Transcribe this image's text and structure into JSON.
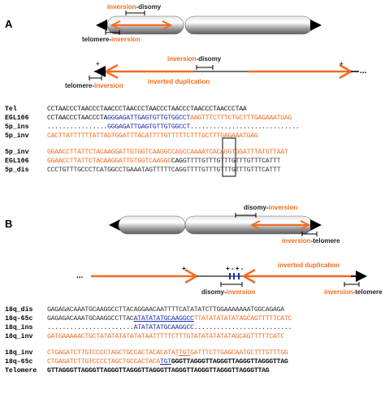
{
  "panelA": {
    "label": "A",
    "chrom_labels": {
      "inv_disomy_left": "inversion",
      "inv_disomy_right": "-disomy",
      "tel_inv_left": "telomere-",
      "tel_inv_right": "inversion"
    },
    "dup_labels": {
      "inv_disomy_left": "inversion",
      "inv_disomy_right": "-disomy",
      "tel_inv_left": "telomere-",
      "tel_inv_right": "inversion",
      "inverted_duplication": "inverted duplication",
      "plus1": "+",
      "plus2": "+",
      "dots": "..."
    },
    "seqs": [
      {
        "name": "Tel",
        "parts": [
          {
            "t": "CCTAACCCTAACCCTAACCCTAACCCTAACCCTAACCCTAACCCTAACCCTAA",
            "c": "black"
          }
        ]
      },
      {
        "name": "EGL106",
        "parts": [
          {
            "t": "CCTAACCCTAACCCTA",
            "c": "black"
          },
          {
            "t": "GGGAGATTGAGTGTTGTGGCCT",
            "c": "blue"
          },
          {
            "t": "AAGTTTCTTTCTGCTTTGAGAAATGAG",
            "c": "orange"
          }
        ]
      },
      {
        "name": "5p_ins",
        "parts": [
          {
            "t": "................",
            "c": "black"
          },
          {
            "t": "GGGAGATTGAGTGTTGTGGCCT",
            "c": "blue"
          },
          {
            "t": ".............................",
            "c": "black"
          }
        ]
      },
      {
        "name": "5p_inv",
        "parts": [
          {
            "t": "CACTTATTTTTTATTAGTGGATTTACATTTTGTTTTTCTTTGCTTTGAGAAATGAG",
            "c": "orange"
          }
        ]
      },
      {
        "name": "5p_inv",
        "parts": [
          {
            "t": "GGAACCTTATTCTACAAGGATTGTGGTCAAGGC",
            "c": "orange"
          },
          {
            "t": "CAG",
            "c": "orange"
          },
          {
            "t": "CCAAAATCACAGGTGGATTTATGTTAAT",
            "c": "orange"
          }
        ]
      },
      {
        "name": "EGL106",
        "parts": [
          {
            "t": "GGAACCTTATTCTACAAGGATTGTGGTCAAGGC",
            "c": "orange"
          },
          {
            "t": "CAG",
            "c": "black"
          },
          {
            "t": "GTTTTGTTTGTTTGTTTGTTTCATTT",
            "c": "gray"
          }
        ]
      },
      {
        "name": "5p_dis",
        "parts": [
          {
            "t": "CCCTGTTTGCCCTCATGGCCTGAAATAGTTTTT",
            "c": "gray"
          },
          {
            "t": "CAG",
            "c": "gray"
          },
          {
            "t": "GTTTTGTTTGTTTGTTTGTTTCATTT",
            "c": "gray"
          }
        ]
      }
    ]
  },
  "panelB": {
    "label": "B",
    "chrom_labels": {
      "disomy_inv_left": "disomy-",
      "disomy_inv_right": "inversion",
      "inv_tel_left": "inversion",
      "inv_tel_right": "-telomere"
    },
    "dup_labels": {
      "inverted_duplication": "inverted duplication",
      "disomy_inv_left": "disomy-",
      "disomy_inv_right": "inversion",
      "inv_tel_left": "inversion",
      "inv_tel_right": "-telomere",
      "signs": "+ - + -",
      "plus": "+",
      "dots": "..."
    },
    "seqs": [
      {
        "name": "18q_dis",
        "parts": [
          {
            "t": "GAGAGACAAATGCAAGGCCTTACAGGAACAATTTTCATATATCTTGGAAAAAAATGGCAGAGA",
            "c": "gray"
          }
        ]
      },
      {
        "name": "18q-65c",
        "parts": [
          {
            "t": "GAGAGACAAATGCAAGGCCTTAC",
            "c": "gray"
          },
          {
            "t": "ATATATATGCAAGGCC",
            "c": "blue",
            "u": true
          },
          {
            "t": "TTATATATATATAGCAGTTTTTCATC",
            "c": "orange"
          }
        ]
      },
      {
        "name": "18q_ins",
        "parts": [
          {
            "t": ".......................",
            "c": "black"
          },
          {
            "t": "ATATATATGCAAGGCC",
            "c": "blue"
          },
          {
            "t": "..........................",
            "c": "black"
          }
        ]
      },
      {
        "name": "18q_inv",
        "parts": [
          {
            "t": "GATGAAAAACTGCTATATATATATATAATTTTTCTTTGTATATATATATAGCAGTTTTTCATC",
            "c": "orange"
          }
        ]
      },
      {
        "name": "18q_inv",
        "parts": [
          {
            "t": "CTGAGATCTTGTCCCCTAGCTGCCACTACACATAT",
            "c": "orange"
          },
          {
            "t": "TGT",
            "c": "orange",
            "u": true
          },
          {
            "t": "GATTTCTTGAGCAATGCTTTGTTTGG",
            "c": "orange"
          }
        ]
      },
      {
        "name": "18q-65c",
        "parts": [
          {
            "t": "CTGAGATCTTGTCCCCTAGCTGCCACTACA",
            "c": "orange"
          },
          {
            "t": "TGT",
            "c": "blue",
            "u": true
          },
          {
            "t": "GGGTTAGGGTTAGGGTTAGGGTTAGGGTTAG",
            "c": "black",
            "b": true
          }
        ]
      },
      {
        "name": "Telomere",
        "parts": [
          {
            "t": "GTTAGGGTTAGGGTTAGGGTTAGGGTTAGGGTTAGGGTTAGGGTTAGGGTTAGGGTTAG",
            "c": "black",
            "b": true
          }
        ]
      }
    ]
  }
}
